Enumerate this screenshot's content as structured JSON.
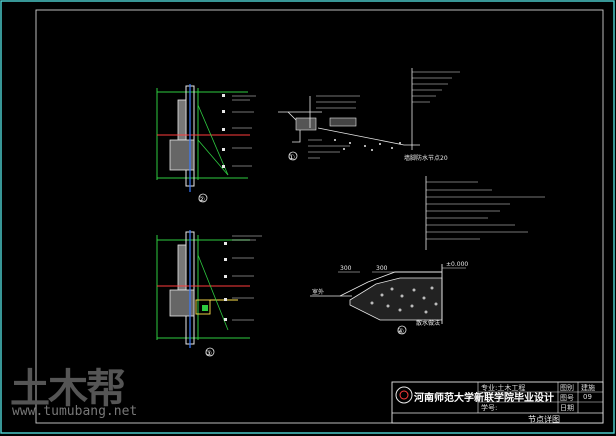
{
  "drawing": {
    "detail_labels": {
      "left_upper": "②",
      "left_lower": "③",
      "right_upper": "①",
      "right_lower": "④"
    },
    "section_label_upper_right": "墙脚防水节点20",
    "section_label_lower_right": "散水做法",
    "ground_tag": "室外",
    "dim_tags": [
      "300",
      "300"
    ],
    "level_tag": "±0.000"
  },
  "title_block": {
    "school": "河南师范大学新联学院毕业设计",
    "left_small": "",
    "row1_col1": "专业:土木工程",
    "row1_col2": "图别",
    "row1_col3": "建施",
    "row2_col2": "图号",
    "row2_col3": "09",
    "row3_col1": "学号:",
    "row3_col2": "日期",
    "drawing_title": "节点详图"
  },
  "watermark": {
    "logo_text": "土木帮",
    "url": "www.tumubang.net"
  },
  "colors": {
    "background": "#000000",
    "frame": "#4fd6d6",
    "linework": "#e8e8e8",
    "green": "#2ecc40",
    "red": "#ff3b3b",
    "blue": "#3a7bff",
    "yellow": "#ffe34d",
    "cyan": "#3ad0ff"
  }
}
